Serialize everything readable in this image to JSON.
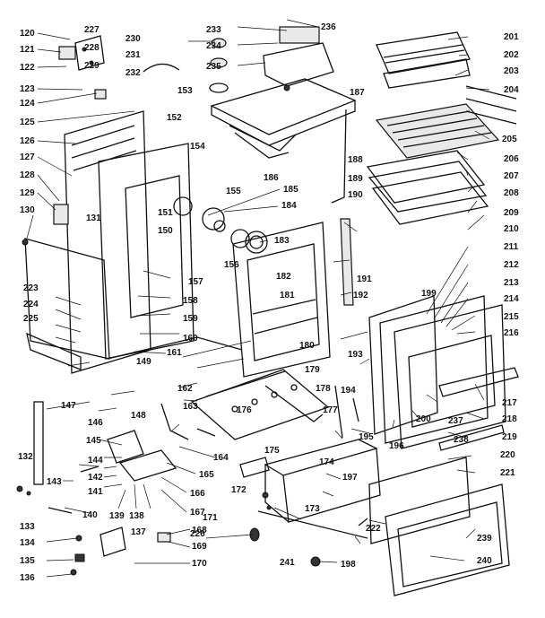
{
  "labels": [
    "120",
    "121",
    "122",
    "123",
    "124",
    "125",
    "126",
    "127",
    "128",
    "129",
    "130",
    "131",
    "132",
    "133",
    "134",
    "135",
    "136",
    "137",
    "138",
    "139",
    "140",
    "141",
    "142",
    "143",
    "144",
    "145",
    "146",
    "147",
    "148",
    "149",
    "150",
    "151",
    "152",
    "153",
    "154",
    "155",
    "156",
    "157",
    "158",
    "159",
    "160",
    "161",
    "162",
    "163",
    "164",
    "165",
    "166",
    "167",
    "168",
    "169",
    "170",
    "171",
    "172",
    "173",
    "174",
    "175",
    "176",
    "177",
    "178",
    "179",
    "180",
    "181",
    "182",
    "183",
    "184",
    "185",
    "186",
    "187",
    "188",
    "189",
    "190",
    "191",
    "192",
    "193",
    "194",
    "195",
    "196",
    "197",
    "198",
    "199",
    "200",
    "201",
    "202",
    "203",
    "204",
    "205",
    "206",
    "207",
    "208",
    "209",
    "210",
    "211",
    "212",
    "213",
    "214",
    "215",
    "216",
    "217",
    "218",
    "219",
    "220",
    "221",
    "222",
    "223",
    "224",
    "225",
    "226",
    "227",
    "228",
    "229",
    "230",
    "231",
    "232",
    "233",
    "234",
    "235",
    "236",
    "237",
    "238",
    "239",
    "240",
    "241"
  ]
}
